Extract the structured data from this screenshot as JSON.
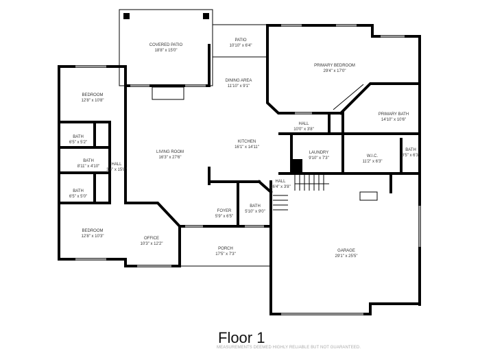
{
  "floor_title": "Floor 1",
  "disclaimer": "MEASUREMENTS DEEMED HIGHLY RELIABLE BUT NOT GUARANTEED.",
  "rooms": [
    {
      "name": "COVERED PATIO",
      "dims": "18'8\" x 15'0\""
    },
    {
      "name": "PATIO",
      "dims": "10'10\" x 6'4\""
    },
    {
      "name": "PRIMARY BEDROOM",
      "dims": "29'4\" x 17'0\""
    },
    {
      "name": "DINING AREA",
      "dims": "11'10\" x 9'1\""
    },
    {
      "name": "BEDROOM",
      "dims": "12'8\" x 10'8\""
    },
    {
      "name": "PRIMARY BATH",
      "dims": "14'10\" x 10'6\""
    },
    {
      "name": "HALL",
      "dims": "10'0\" x 3'8\""
    },
    {
      "name": "BATH",
      "dims": "6'5\" x 5'2\""
    },
    {
      "name": "KITCHEN",
      "dims": "16'1\" x 14'11\""
    },
    {
      "name": "LAUNDRY",
      "dims": "9'10\" x 7'3\""
    },
    {
      "name": "W.I.C.",
      "dims": "11'2\" x 6'3\""
    },
    {
      "name": "BATH",
      "dims": "8'5\" x 6'3\""
    },
    {
      "name": "LIVING ROOM",
      "dims": "16'3\" x 27'6\""
    },
    {
      "name": "BATH",
      "dims": "8'11\" x 4'10\""
    },
    {
      "name": "HALL",
      "dims": "3'4\" x 15'8\""
    },
    {
      "name": "HALL",
      "dims": "26'4\" x 3'8\""
    },
    {
      "name": "BATH",
      "dims": "6'5\" x 5'0\""
    },
    {
      "name": "FOYER",
      "dims": "5'9\" x 6'5\""
    },
    {
      "name": "BATH",
      "dims": "5'10\" x 9'0\""
    },
    {
      "name": "BEDROOM",
      "dims": "12'8\" x 10'3\""
    },
    {
      "name": "OFFICE",
      "dims": "10'3\" x 12'2\""
    },
    {
      "name": "GARAGE",
      "dims": "29'1\" x 25'5\""
    },
    {
      "name": "PORCH",
      "dims": "17'5\" x 7'3\""
    }
  ]
}
